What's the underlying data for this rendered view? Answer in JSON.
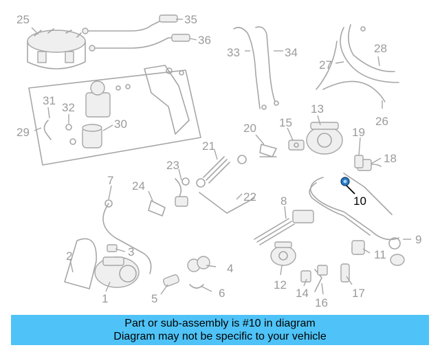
{
  "labels": [
    {
      "id": "1",
      "text": "1"
    },
    {
      "id": "2",
      "text": "2"
    },
    {
      "id": "3",
      "text": "3"
    },
    {
      "id": "4",
      "text": "4"
    },
    {
      "id": "5",
      "text": "5"
    },
    {
      "id": "6",
      "text": "6"
    },
    {
      "id": "7",
      "text": "7"
    },
    {
      "id": "8",
      "text": "8"
    },
    {
      "id": "9",
      "text": "9"
    },
    {
      "id": "10",
      "text": "10"
    },
    {
      "id": "11",
      "text": "11"
    },
    {
      "id": "12",
      "text": "12"
    },
    {
      "id": "13",
      "text": "13"
    },
    {
      "id": "14",
      "text": "14"
    },
    {
      "id": "15",
      "text": "15"
    },
    {
      "id": "16",
      "text": "16"
    },
    {
      "id": "17",
      "text": "17"
    },
    {
      "id": "18",
      "text": "18"
    },
    {
      "id": "19",
      "text": "19"
    },
    {
      "id": "20",
      "text": "20"
    },
    {
      "id": "21",
      "text": "21"
    },
    {
      "id": "22",
      "text": "22"
    },
    {
      "id": "23",
      "text": "23"
    },
    {
      "id": "24",
      "text": "24"
    },
    {
      "id": "25",
      "text": "25"
    },
    {
      "id": "26",
      "text": "26"
    },
    {
      "id": "27",
      "text": "27"
    },
    {
      "id": "28",
      "text": "28"
    },
    {
      "id": "29",
      "text": "29"
    },
    {
      "id": "30",
      "text": "30"
    },
    {
      "id": "31",
      "text": "31"
    },
    {
      "id": "32",
      "text": "32"
    },
    {
      "id": "33",
      "text": "33"
    },
    {
      "id": "34",
      "text": "34"
    },
    {
      "id": "35",
      "text": "35"
    },
    {
      "id": "36",
      "text": "36"
    }
  ],
  "highlighted_part": "10",
  "colors": {
    "highlight": "#000000",
    "parts": "#a6a6a6",
    "banner": "#4fc3f7",
    "accent_part": "#2a7bbf"
  },
  "banner": {
    "line1": "Part or sub-assembly is #10 in diagram",
    "line2": "Diagram may not be specific to your vehicle"
  }
}
